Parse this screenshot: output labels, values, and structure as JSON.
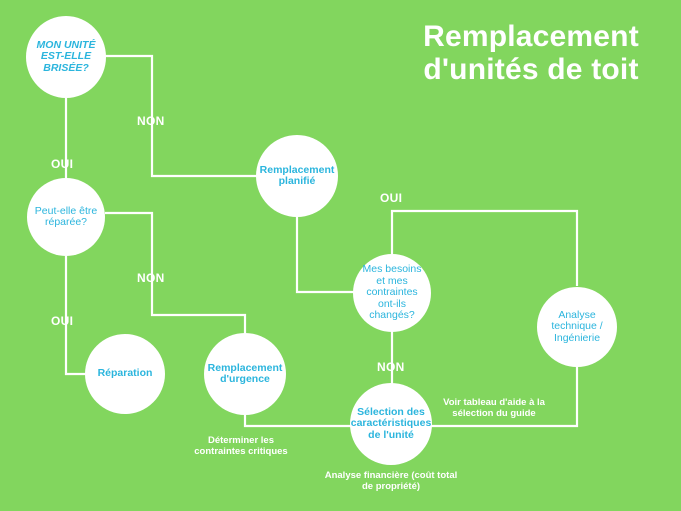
{
  "title": "Remplacement d'unités de toit",
  "nodes": {
    "broken": "MON UNITÉ EST-ELLE BRISÉE?",
    "repairable": "Peut-elle être réparée?",
    "repair": "Réparation",
    "emergency": "Remplacement d'urgence",
    "planned": "Remplacement planifié",
    "needs_changed": "Mes besoins et mes contraintes ont-ils changés?",
    "technical": "Analyse technique / Ingénierie",
    "selection": "Sélection des caractéristiques de l'unité"
  },
  "edge_labels": {
    "non_1": "NON",
    "oui_1": "OUI",
    "oui_2": "OUI",
    "non_2": "NON",
    "oui_3": "OUI",
    "non_3": "NON"
  },
  "notes": {
    "constraints": "Déterminer les contraintes critiques",
    "guide": "Voir tableau d'aide à la sélection du guide",
    "financial": "Analyse financière (coût total de propriété)"
  },
  "colors": {
    "background": "#82d65e",
    "node_fill": "#ffffff",
    "node_text": "#2bb5dd",
    "connector": "#ffffff"
  }
}
